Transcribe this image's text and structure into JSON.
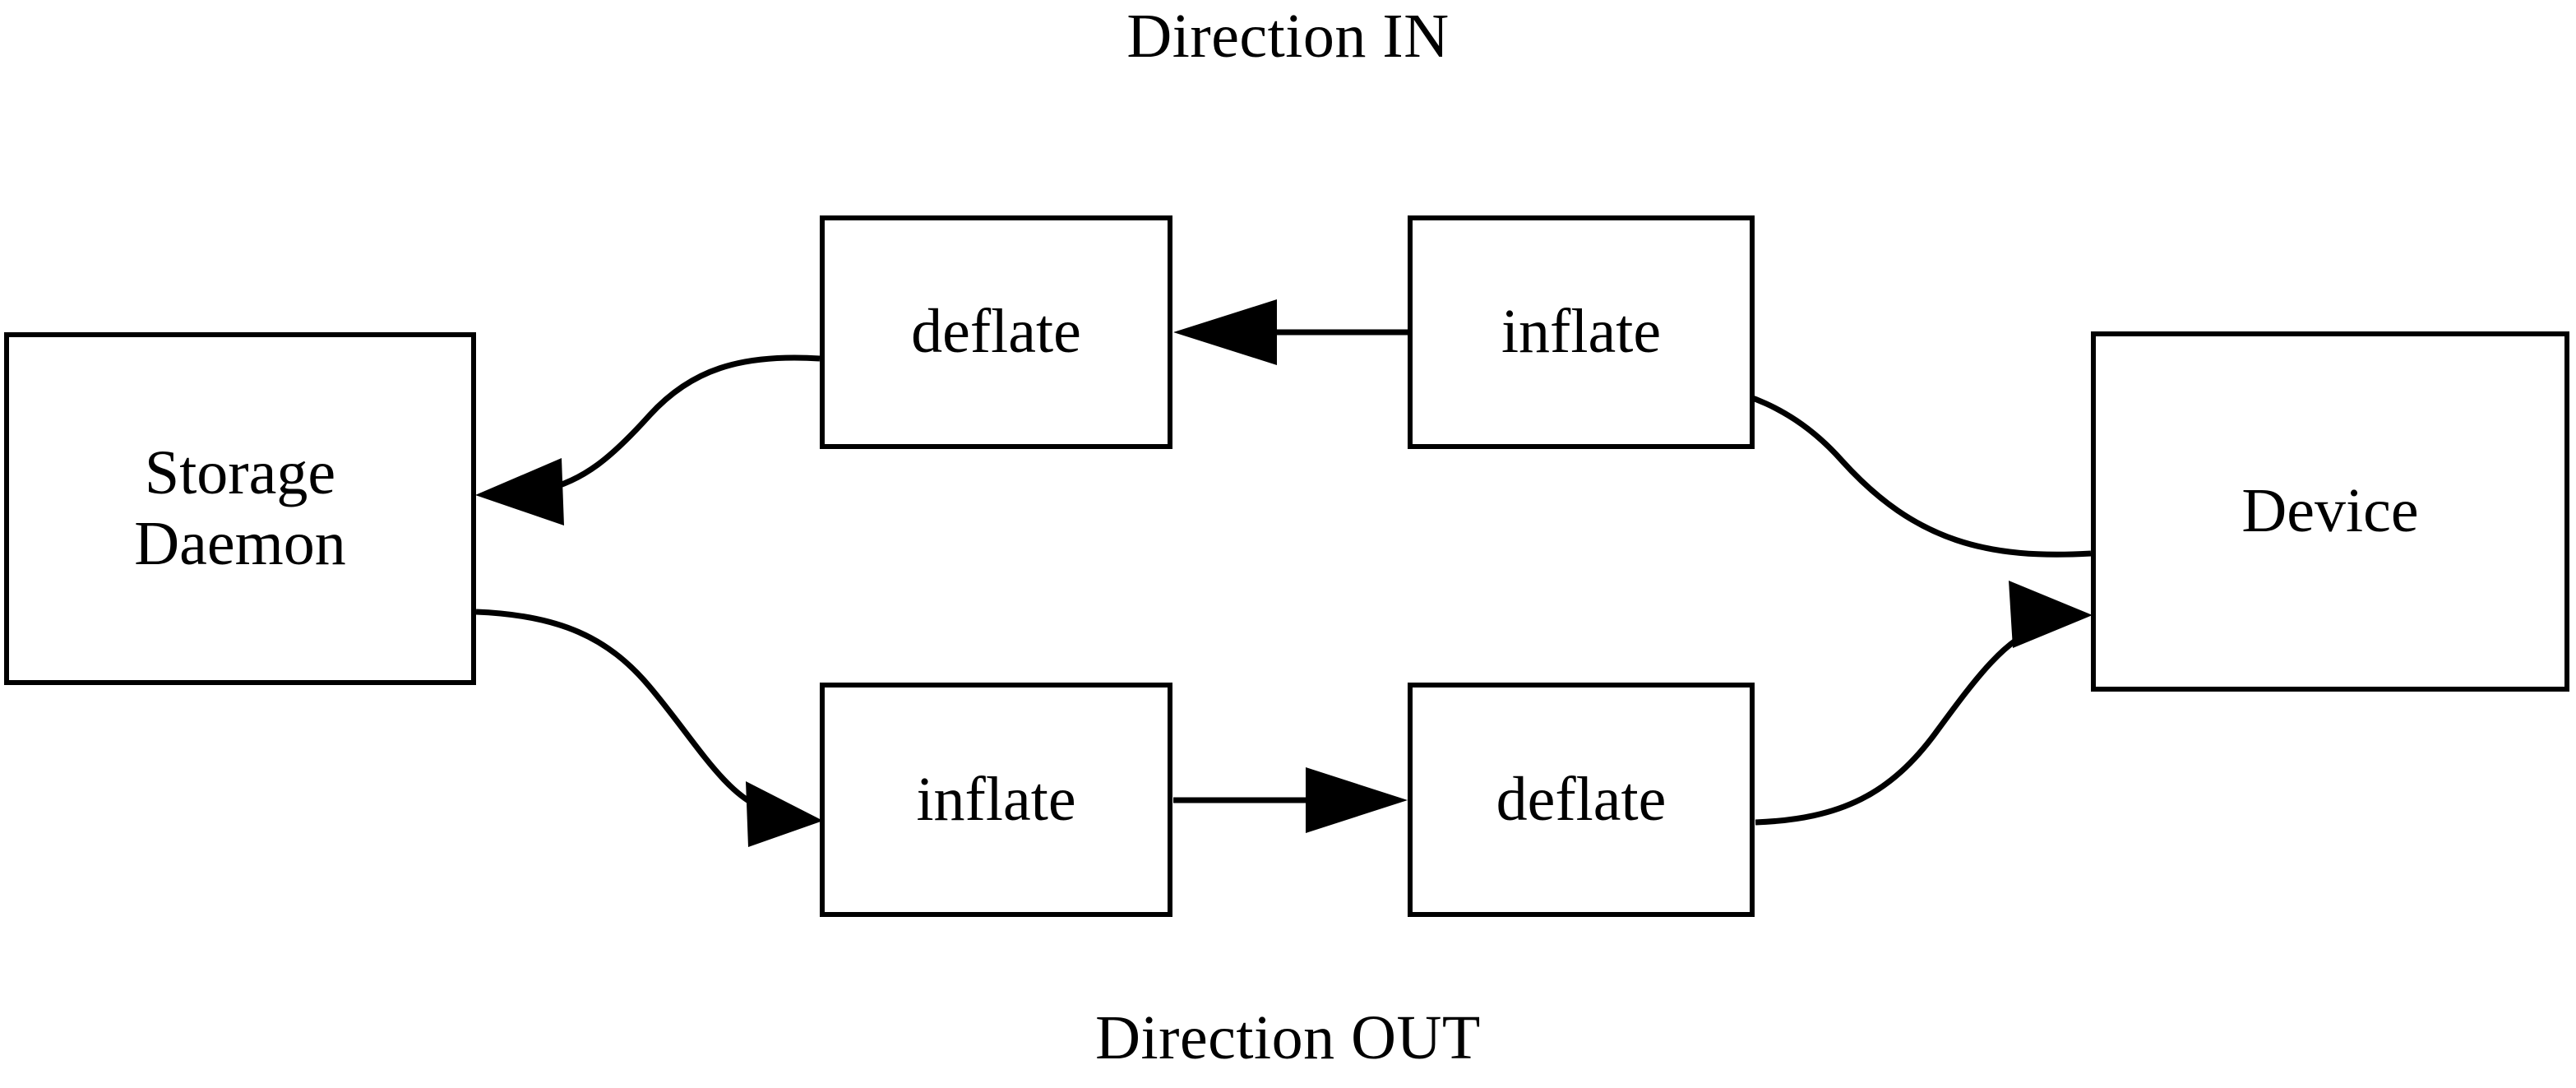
{
  "figure": {
    "title_top": "Direction IN",
    "title_bottom": "Direction OUT",
    "background_color": "#ffffff",
    "stroke_color": "#000000",
    "text_color": "#000000"
  },
  "nodes": {
    "storage_daemon": {
      "line1": "Storage",
      "line2": "Daemon"
    },
    "device": {
      "label": "Device"
    },
    "deflate_in": {
      "label": "deflate"
    },
    "inflate_in": {
      "label": "inflate"
    },
    "inflate_out": {
      "label": "inflate"
    },
    "deflate_out": {
      "label": "deflate"
    }
  },
  "edges": [
    {
      "id": "device-to-inflate-in",
      "from": "Device",
      "to": "inflate",
      "direction": "left",
      "row": "IN",
      "style": "curved"
    },
    {
      "id": "inflate-in-to-deflate-in",
      "from": "inflate",
      "to": "deflate",
      "direction": "left",
      "row": "IN",
      "style": "straight"
    },
    {
      "id": "deflate-in-to-storage-daemon",
      "from": "deflate",
      "to": "Storage Daemon",
      "direction": "left",
      "row": "IN",
      "style": "curved"
    },
    {
      "id": "storage-daemon-to-inflate-out",
      "from": "Storage Daemon",
      "to": "inflate",
      "direction": "right",
      "row": "OUT",
      "style": "curved"
    },
    {
      "id": "inflate-out-to-deflate-out",
      "from": "inflate",
      "to": "deflate",
      "direction": "right",
      "row": "OUT",
      "style": "straight"
    },
    {
      "id": "deflate-out-to-device",
      "from": "deflate",
      "to": "Device",
      "direction": "right",
      "row": "OUT",
      "style": "curved"
    }
  ]
}
